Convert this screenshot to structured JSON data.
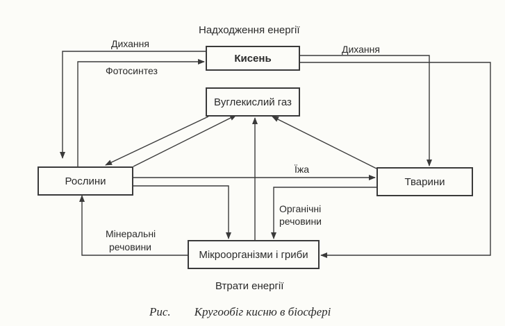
{
  "diagram": {
    "top_label": "Надходження енергії",
    "bottom_label": "Втрати енергії",
    "nodes": {
      "oxygen": "Кисень",
      "co2": "Вуглекислий газ",
      "plants": "Рослини",
      "animals": "Тварини",
      "microbes": "Мікроорганізми і гриби"
    },
    "edges": {
      "respiration_left": "Дихання",
      "respiration_right": "Дихання",
      "photosynthesis": "Фотосинтез",
      "food": "Їжа",
      "organic_line1": "Органічні",
      "organic_line2": "речовини",
      "mineral_line1": "Мінеральні",
      "mineral_line2": "речовини"
    },
    "caption_prefix": "Рис.",
    "caption_title": "Кругообіг кисню в біосфері"
  }
}
